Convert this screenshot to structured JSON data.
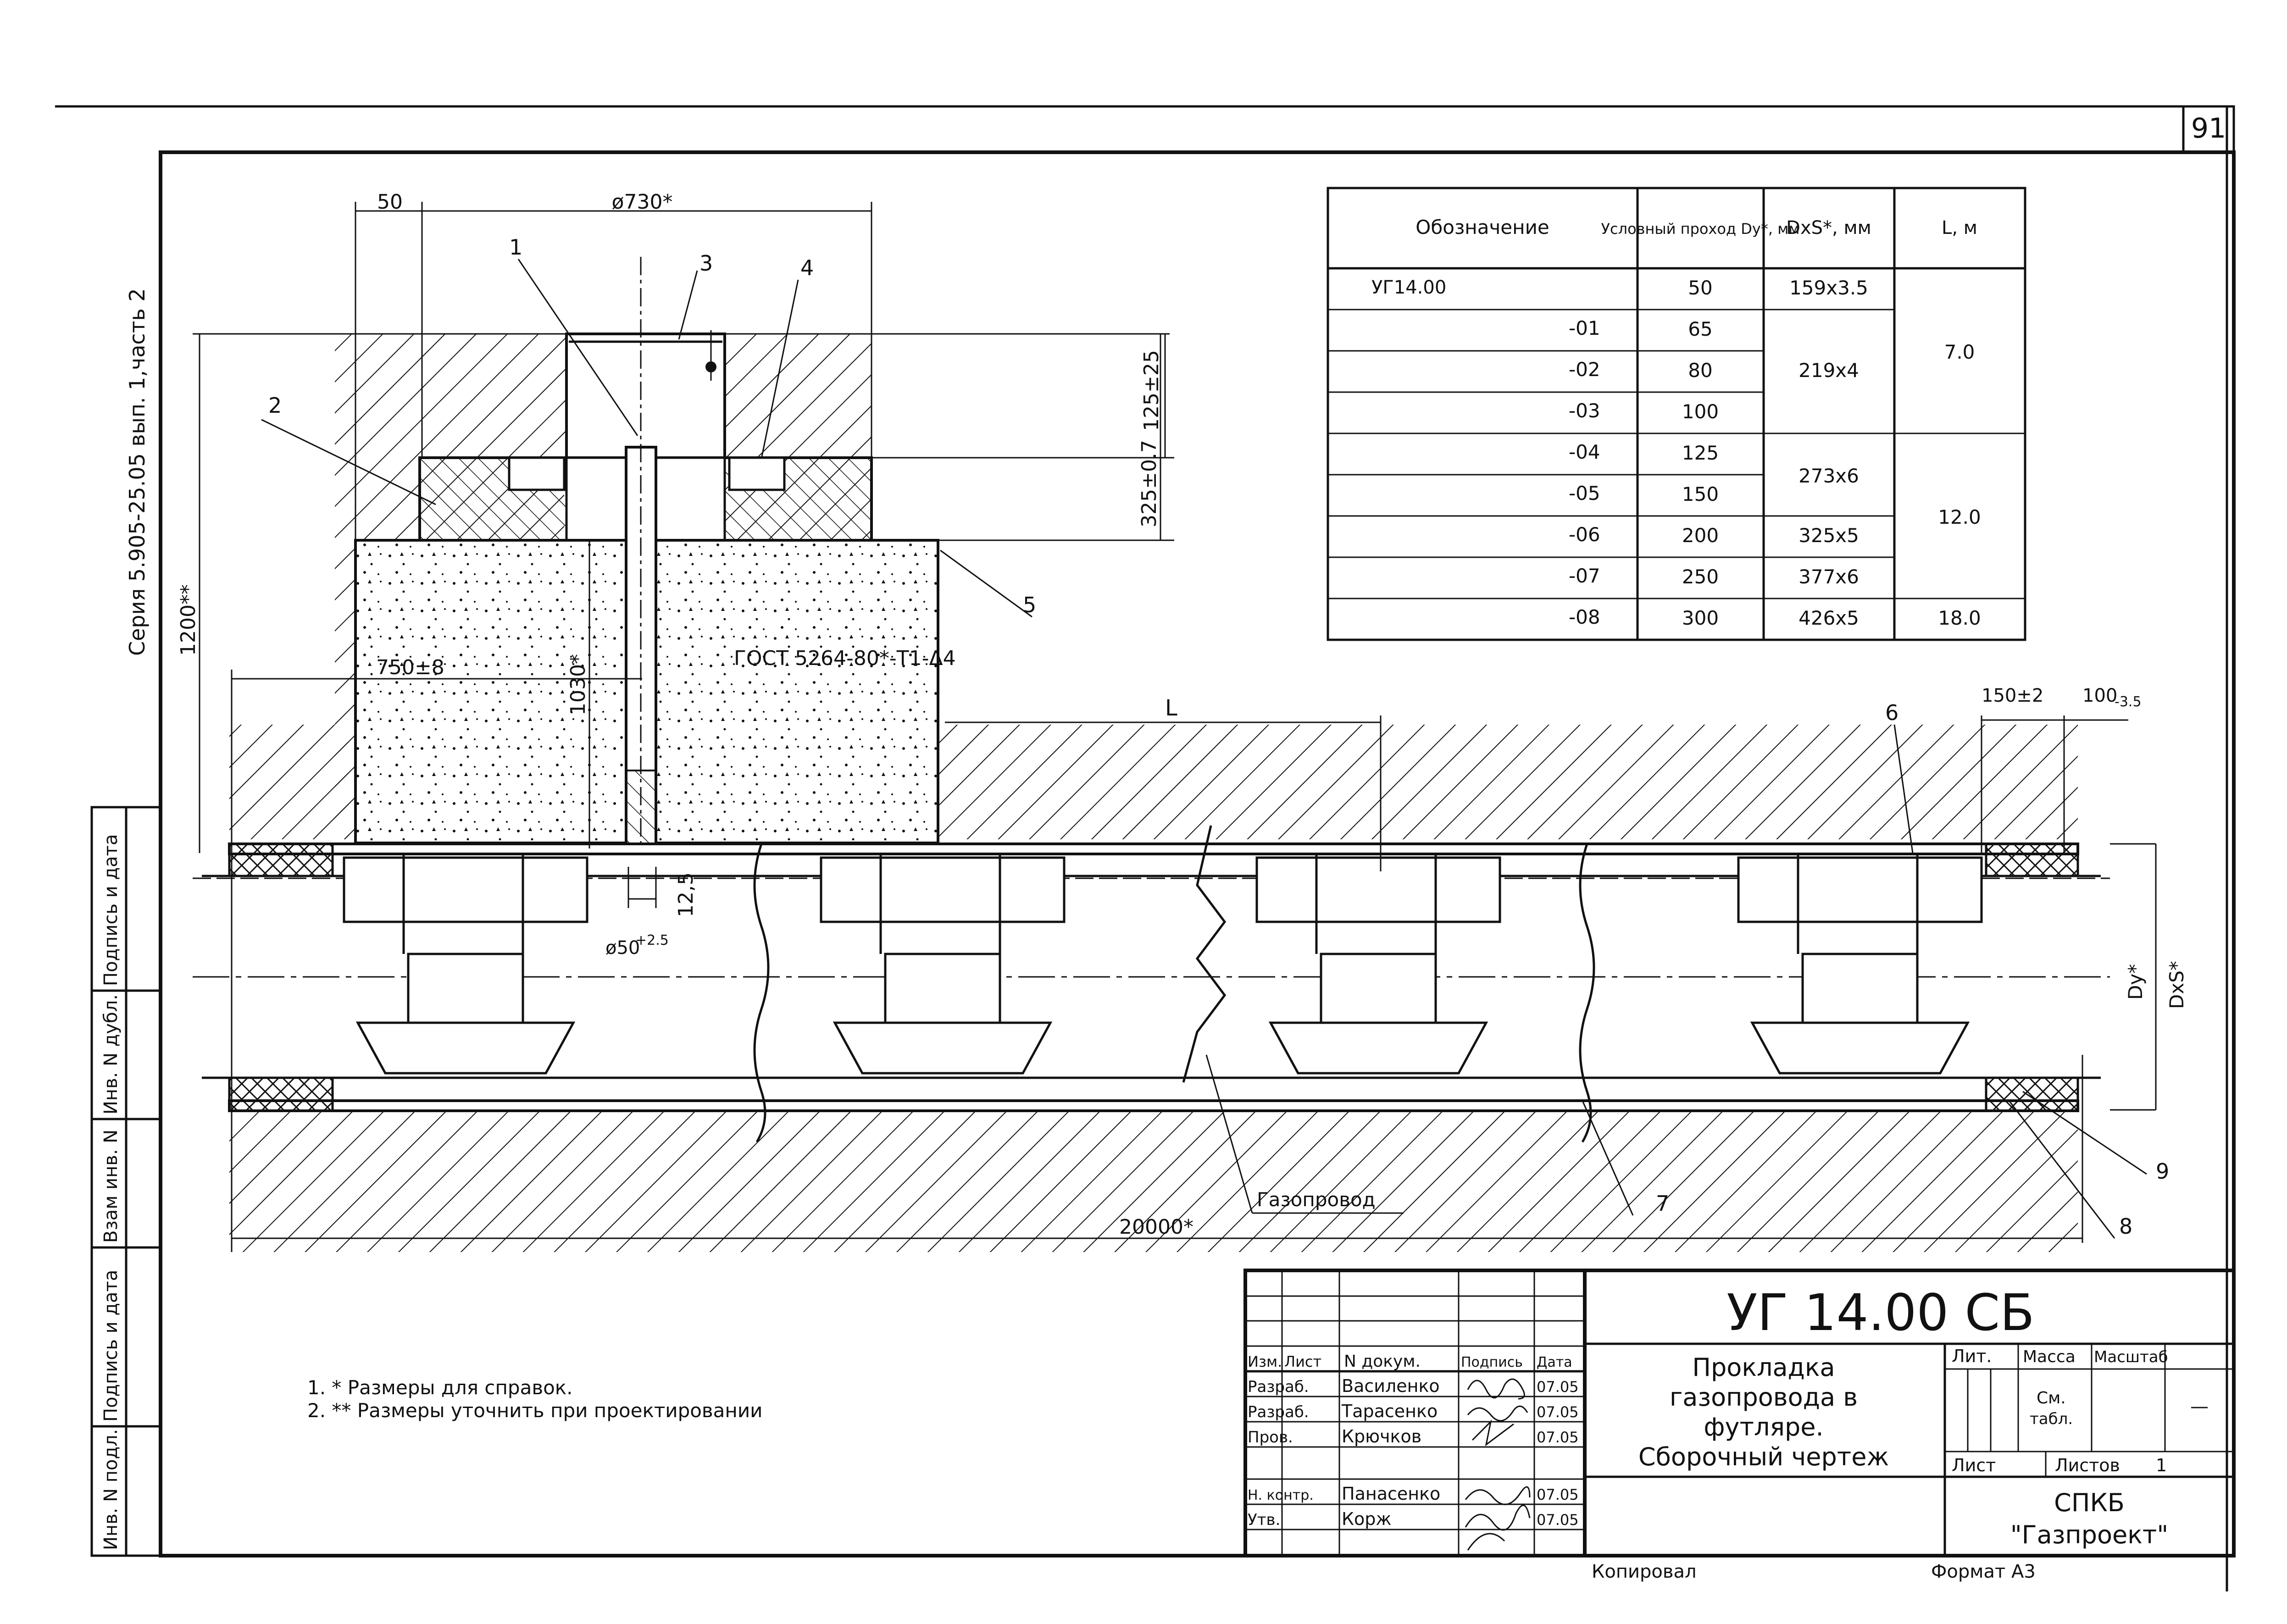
{
  "page_number": "91",
  "series_note": "Серия 5.905-25.05 вып. 1,часть 2",
  "left_strip": [
    "Инв. N подл.",
    "Подпись и дата",
    "Взам инв. N",
    "Инв. N дубл.",
    "Подпись и дата"
  ],
  "callouts": [
    "1",
    "2",
    "3",
    "4",
    "5",
    "6",
    "7",
    "8",
    "9"
  ],
  "dims": {
    "d50": "50",
    "d730": "ø730*",
    "d125": "125±25",
    "d325": "325±0.7",
    "d1200": "1200**",
    "d1030": "1030*",
    "d750": "750±8",
    "gost": "ГОСТ 5264-80*-Т1-Δ4",
    "d12_5": "12,5",
    "d50_25": "ø50",
    "d50_25_sup": "+2.5",
    "L": "L",
    "d150": "150±2",
    "d100": "100",
    "d100_sub": "-3.5",
    "Dy": "Dy*",
    "DxS": "DxS*",
    "d20000": "20000*",
    "gas": "Газопровод"
  },
  "table": {
    "headers": [
      "Обозначение",
      "Условный проход Dy*, мм",
      "DxS*, мм",
      "L, м"
    ],
    "rows": [
      {
        "code": "УГ14.00",
        "dy": "50",
        "dxs": "159x3.5"
      },
      {
        "code": "-01",
        "dy": "65"
      },
      {
        "code": "-02",
        "dy": "80"
      },
      {
        "code": "-03",
        "dy": "100"
      },
      {
        "code": "-04",
        "dy": "125"
      },
      {
        "code": "-05",
        "dy": "150"
      },
      {
        "code": "-06",
        "dy": "200",
        "dxs": "325x5"
      },
      {
        "code": "-07",
        "dy": "250",
        "dxs": "377x6"
      },
      {
        "code": "-08",
        "dy": "300",
        "dxs": "426x5",
        "L": "18.0"
      }
    ],
    "merged": {
      "dxs_219": "219x4",
      "dxs_273": "273x6",
      "L_7": "7.0",
      "L_12": "12.0"
    }
  },
  "notes": [
    "1. * Размеры для справок.",
    "2. ** Размеры уточнить при проектировании"
  ],
  "stamp": {
    "doc_code": "УГ 14.00 СБ",
    "title_lines": [
      "Прокладка",
      "газопровода в",
      "футляре.",
      "Сборочный чертеж"
    ],
    "col_headers": [
      "Изм.",
      "Лист",
      "N докум.",
      "Подпись",
      "Дата"
    ],
    "people": [
      {
        "role": "Разраб.",
        "name": "Василенко",
        "date": "07.05"
      },
      {
        "role": "Разраб.",
        "name": "Тарасенко",
        "date": "07.05"
      },
      {
        "role": "Пров.",
        "name": "Крючков",
        "date": "07.05"
      },
      {
        "role": "Н. контр.",
        "name": "Панасенко",
        "date": "07.05"
      },
      {
        "role": "Утв.",
        "name": "Корж",
        "date": "07.05"
      }
    ],
    "lit": "Лит.",
    "mass": "Масса",
    "scale": "Масштаб",
    "mass_val": "См.",
    "mass_val2": "табл.",
    "scale_val": "—",
    "sheet": "Лист",
    "sheets": "Листов",
    "sheets_val": "1",
    "org1": "СПКБ",
    "org2": "\"Газпроект\"",
    "copied": "Копировал",
    "format": "Формат А3"
  }
}
